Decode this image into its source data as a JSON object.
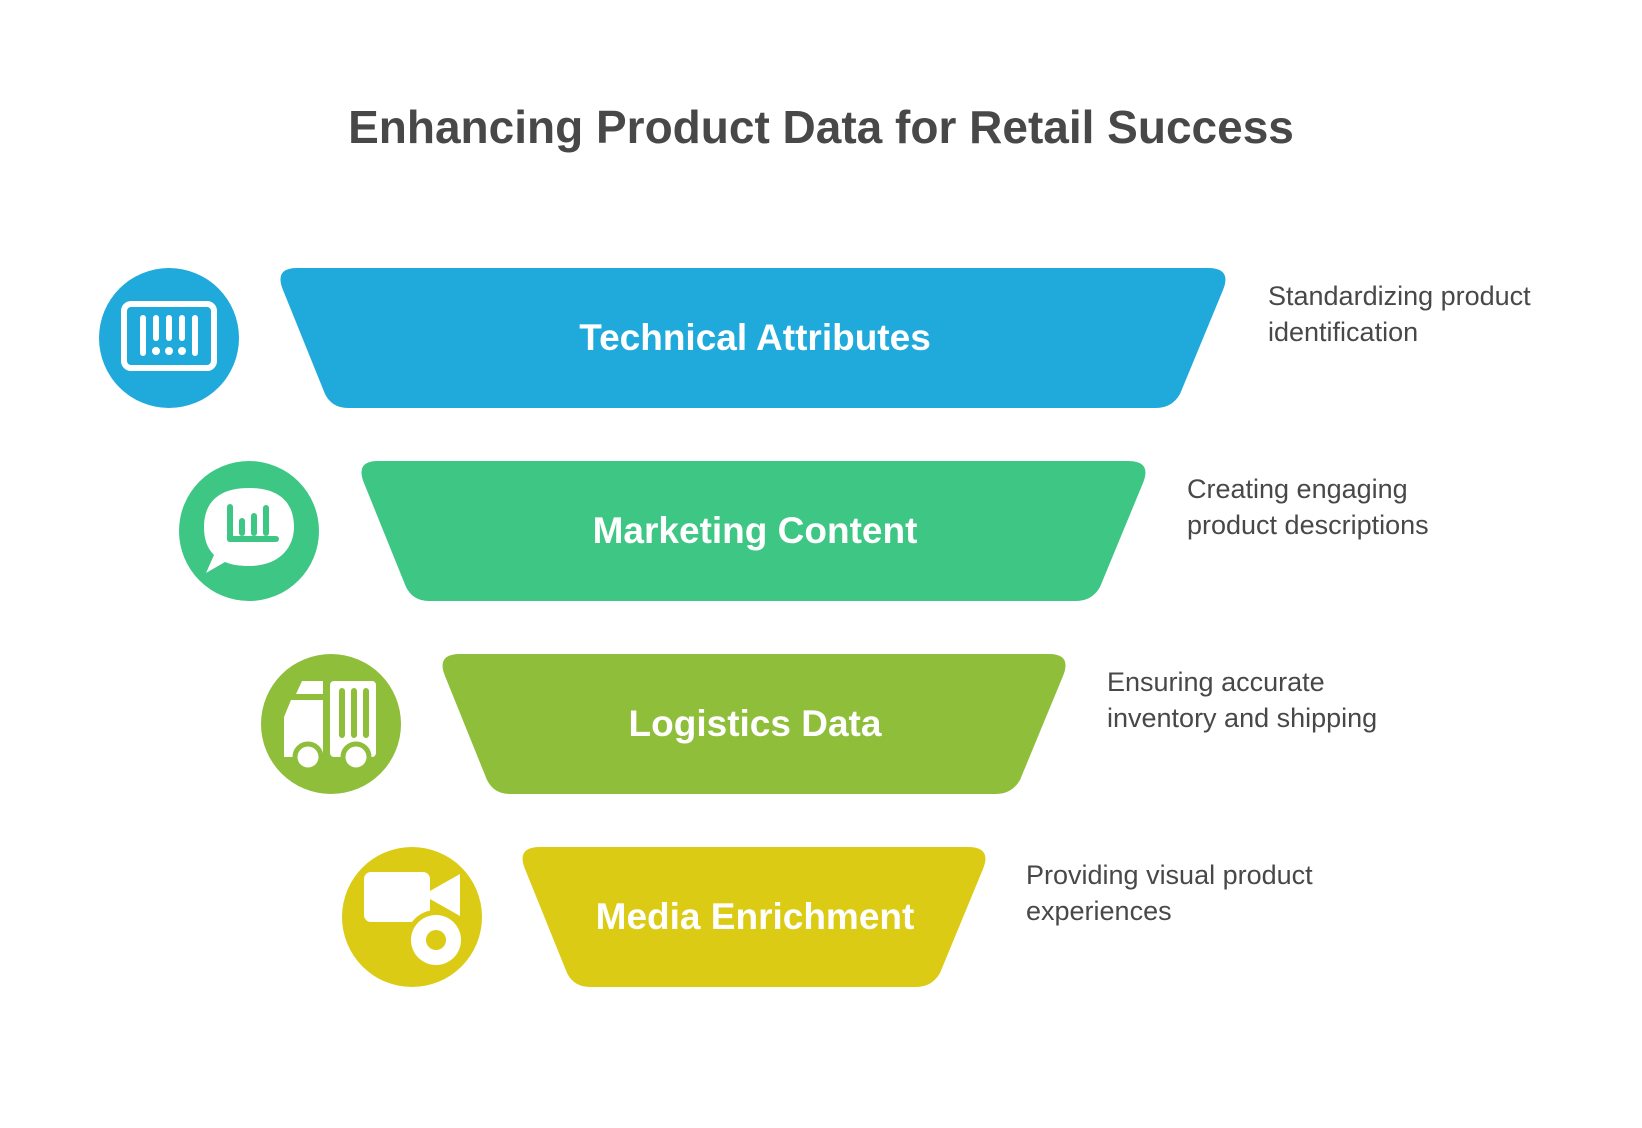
{
  "title": "Enhancing Product Data for Retail Success",
  "stages": [
    {
      "label": "Technical Attributes",
      "description": "Standardizing product identification",
      "color": "#20aadb",
      "icon": "barcode-icon"
    },
    {
      "label": "Marketing Content",
      "description": "Creating engaging product descriptions",
      "color": "#3ec684",
      "icon": "chat-bar-chart-icon"
    },
    {
      "label": "Logistics Data",
      "description": "Ensuring accurate inventory and shipping",
      "color": "#8fbe3b",
      "icon": "delivery-truck-icon"
    },
    {
      "label": "Media Enrichment",
      "description": "Providing visual product experiences",
      "color": "#dccb14",
      "icon": "video-camera-icon"
    }
  ]
}
